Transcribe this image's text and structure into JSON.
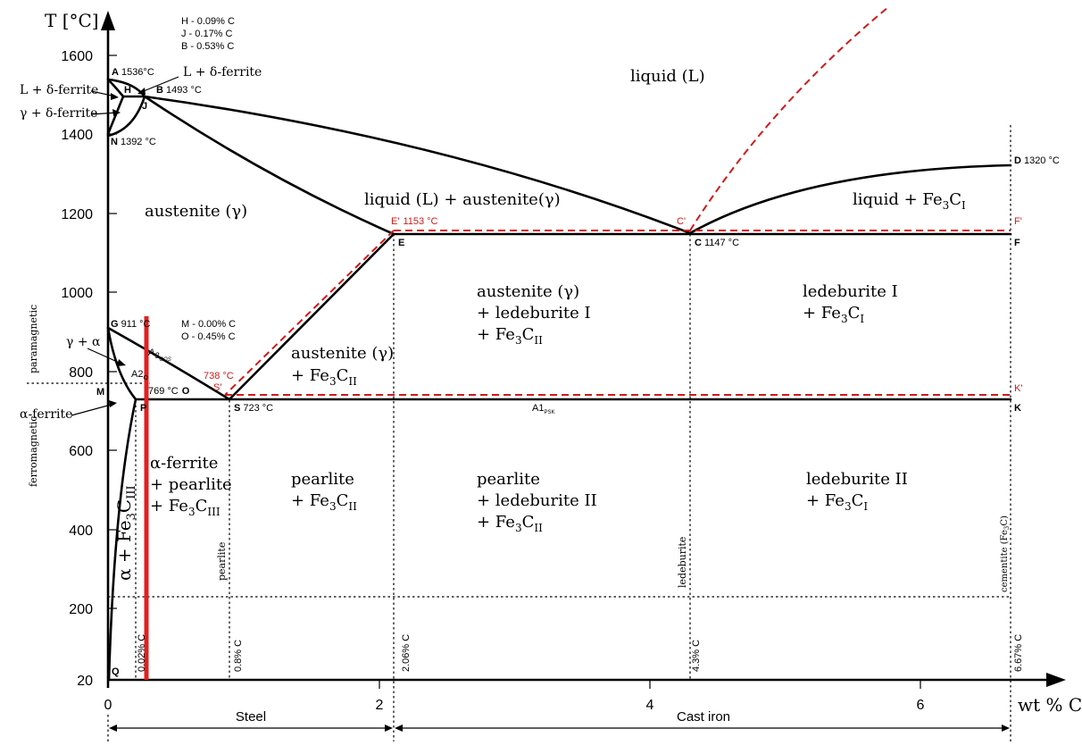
{
  "axes": {
    "y_label": "T [°C]",
    "x_label": "wt % C",
    "y_ticks": [
      "1600",
      "1400",
      "1200",
      "1000",
      "800",
      "600",
      "400",
      "200",
      "20"
    ],
    "x_ticks": [
      "0",
      "2",
      "4",
      "6"
    ]
  },
  "regions": {
    "liquid": "liquid (L)",
    "liquid_austenite": "liquid (L) + austenite(γ)",
    "liquid_fe3c": "liquid + Fe",
    "austenite": "austenite (γ)",
    "austenite_fe3c_1": "austenite (γ)",
    "austenite_fe3c_2": "+ Fe",
    "aust_led_1": "austenite (γ)",
    "aust_led_2": "+ ledeburite I",
    "aust_led_3": "+ Fe",
    "led1_1": "ledeburite I",
    "led1_2": "+ Fe",
    "ferrite_1": "α-ferrite",
    "ferrite_2": "+ pearlite",
    "ferrite_3": "+ Fe",
    "pearlite_1": "pearlite",
    "pearlite_2": "+ Fe",
    "pearl_led_1": "pearlite",
    "pearl_led_2": "+ ledeburite II",
    "pearl_led_3": "+ Fe",
    "led2_1": "ledeburite II",
    "led2_2": "+ Fe",
    "alpha_fe3c": "α + Fe",
    "L_delta_1": "L + δ-ferrite",
    "L_delta_2": "L + δ-ferrite",
    "gamma_delta": "γ + δ-ferrite",
    "gamma_alpha": "γ + α",
    "alpha_ferrite": "α-ferrite",
    "paramagnetic": "paramagnetic",
    "ferromagnetic": "ferromagnetic"
  },
  "subscripts": {
    "three": "3",
    "I": "I",
    "II": "II",
    "III": "III",
    "gos": "GOS",
    "psk": "PSK"
  },
  "points": {
    "A": "A",
    "A_t": "1536°C",
    "B": "B",
    "B_t": "1493 °C",
    "H": "H",
    "J": "J",
    "N": "N",
    "N_t": "1392 °C",
    "G": "G",
    "G_t": "911 °C",
    "M": "M",
    "O": "O",
    "O_t": "769 °C",
    "P": "P",
    "Q": "Q",
    "S": "S",
    "S_t": "723 °C",
    "E": "E",
    "E_red": "E'",
    "E_red_t": "1153 °C",
    "C": "C",
    "C_t": "1147 °C",
    "C_red": "C'",
    "D": "D",
    "D_t": "1320 °C",
    "F": "F",
    "F_red": "F'",
    "K": "K",
    "K_red": "K'",
    "S_red": "S'",
    "S_red_t": "738 °C",
    "A1": "A1",
    "A2": "A2",
    "A2_sub": "O",
    "A3": "A"
  },
  "legend_HJB": [
    "H - 0.09%  C",
    "J - 0.17%  C",
    "B - 0.53%  C"
  ],
  "legend_MO": [
    "M - 0.00%  C",
    "O - 0.45%  C"
  ],
  "composition_labels": {
    "p_pct": "0.02% C",
    "s_pct": "0.8% C",
    "e_pct": "2.06% C",
    "c_pct": "4.3% C",
    "k_pct": "6.67% C",
    "pearlite": "pearlite",
    "ledeburite": "ledeburite",
    "cementite": "cementite (Fe",
    "cementite_end": "C)"
  },
  "bottom": {
    "steel": "Steel",
    "cast_iron": "Cast iron"
  },
  "colors": {
    "curve": "#000000",
    "metastable": "#d11a1a",
    "marker": "#e02020"
  }
}
